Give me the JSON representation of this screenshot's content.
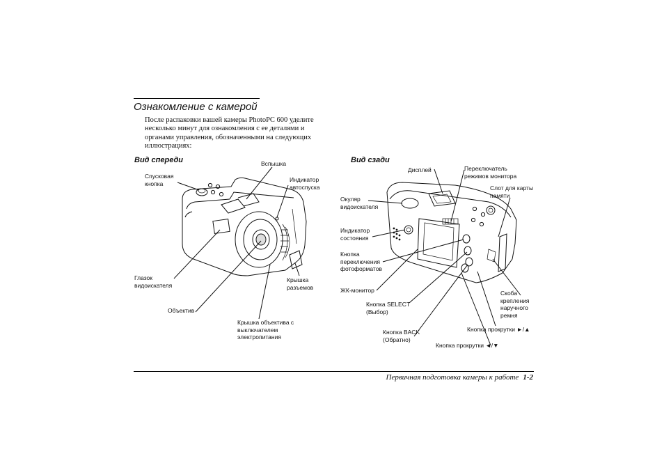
{
  "section": {
    "title": "Ознакомление с камерой",
    "intro": "После распаковки вашей камеры PhotoPC 600 уделите несколько минут для ознакомления с ее деталями и органами управления, обозначенными на следующих иллюстрациях:"
  },
  "front_view": {
    "heading": "Вид спереди",
    "labels": {
      "shutter": "Спусковая кнопка",
      "flash": "Вспышка",
      "self_timer": "Индикатор автоспуска",
      "viewfinder_eye": "Глазок видоискателя",
      "lens": "Объектив",
      "lens_cover": "Крышка объектива с выключателем электропитания",
      "connector_cover": "Крышка разъемов"
    }
  },
  "back_view": {
    "heading": "Вид сзади",
    "labels": {
      "display": "Дисплей",
      "monitor_switch": "Переключатель режимов монитора",
      "card_slot": "Слот для карты памяти",
      "eyepiece": "Окуляр видоискателя",
      "status_indicator": "Индикатор состояния",
      "format_button": "Кнопка переключения фотоформатов",
      "lcd_monitor": "ЖК-монитор",
      "select_button": "Кнопка SELECT (Выбор)",
      "back_button": "Кнопка BACK (Обратно)",
      "strap_mount": "Скоба крепления наручного ремня",
      "scroll_right": "Кнопка прокрутки ►/▲",
      "scroll_left": "Кнопка прокрутки ◄/▼"
    }
  },
  "footer": {
    "chapter": "Первичная подготовка камеры к работе",
    "page": "1-2"
  }
}
